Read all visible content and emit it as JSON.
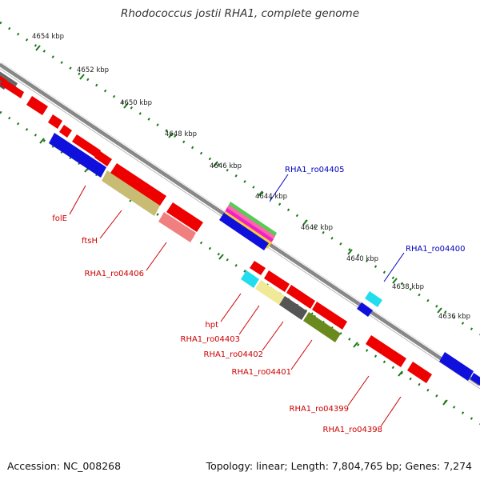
{
  "title": "Rhodococcus jostii RHA1, complete genome",
  "footer": {
    "accession": "Accession: NC_008268",
    "stats": "Topology: linear; Length: 7,804,765 bp; Genes: 7,274"
  },
  "scale": [
    "4654 kbp",
    "4652 kbp",
    "4650 kbp",
    "4648 kbp",
    "4646 kbp",
    "4644 kbp",
    "4642 kbp",
    "4640 kbp",
    "4638 kbp",
    "4636 kbp"
  ],
  "labels": {
    "folE": "folE",
    "ftsH": "ftsH",
    "ro04406": "RHA1_ro04406",
    "hpt": "hpt",
    "ro04403": "RHA1_ro04403",
    "ro04402": "RHA1_ro04402",
    "ro04401": "RHA1_ro04401",
    "ro04399": "RHA1_ro04399",
    "ro04398": "RHA1_ro04398",
    "ro04405": "RHA1_ro04405",
    "ro04400": "RHA1_ro04400"
  },
  "colors": {
    "red": "#ee0000",
    "blue": "#1010dd",
    "olive": "#c8bc74",
    "olive_dark": "#6b8a1e",
    "gray": "#555555",
    "salmon": "#f08080",
    "cyan": "#22ddee",
    "yellow": "#f0ea98",
    "label_red": "#cc0000",
    "label_blue": "#0000bb",
    "scale_green": "#1a7a1a",
    "axis": "#777777"
  }
}
